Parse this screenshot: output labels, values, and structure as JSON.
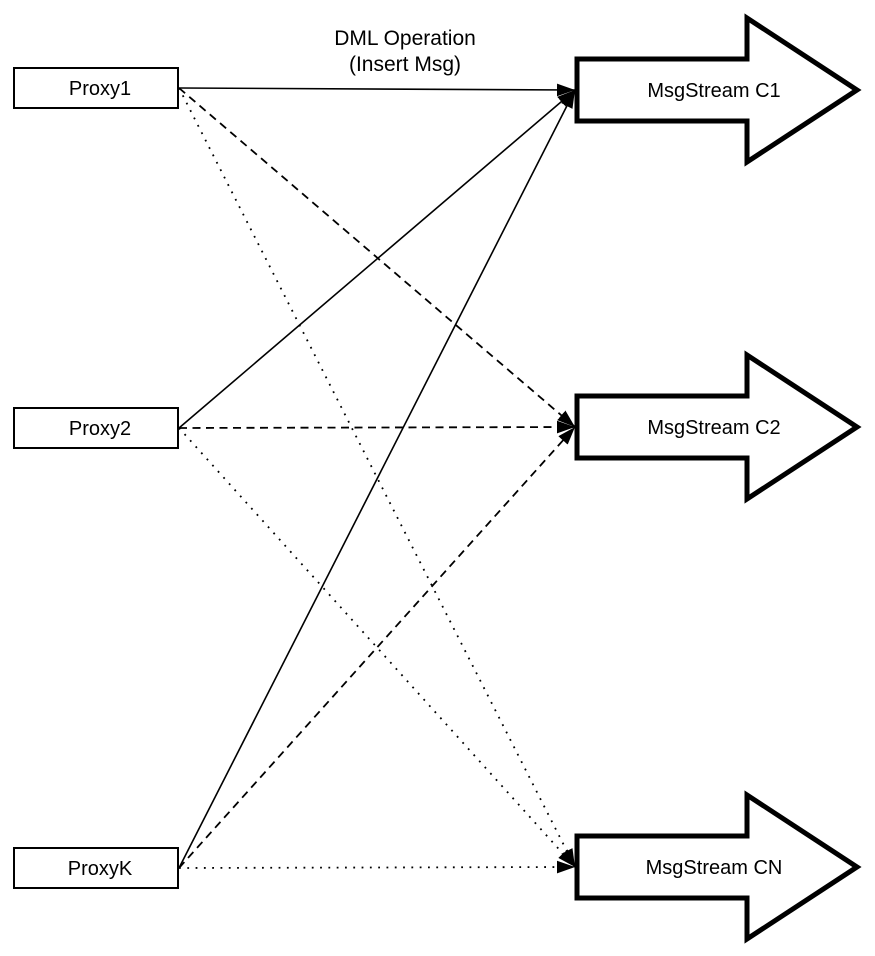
{
  "diagram": {
    "colors": {
      "ink": "#000000",
      "background": "#ffffff"
    },
    "edge_label": {
      "line1": "DML Operation",
      "line2": "(Insert Msg)"
    },
    "nodes": {
      "proxies": [
        {
          "id": "proxy1",
          "label": "Proxy1"
        },
        {
          "id": "proxy2",
          "label": "Proxy2"
        },
        {
          "id": "proxyk",
          "label": "ProxyK"
        }
      ],
      "streams": [
        {
          "id": "c1",
          "label": "MsgStream C1"
        },
        {
          "id": "c2",
          "label": "MsgStream C2"
        },
        {
          "id": "cn",
          "label": "MsgStream CN"
        }
      ]
    },
    "connectors": [
      {
        "from": "proxy1",
        "to": "c1",
        "line_style": "solid",
        "label": "DML Operation (Insert Msg)"
      },
      {
        "from": "proxy2",
        "to": "c1",
        "line_style": "solid",
        "label": ""
      },
      {
        "from": "proxyk",
        "to": "c1",
        "line_style": "solid",
        "label": ""
      },
      {
        "from": "proxy1",
        "to": "c2",
        "line_style": "dashed",
        "label": ""
      },
      {
        "from": "proxy2",
        "to": "c2",
        "line_style": "dashed",
        "label": ""
      },
      {
        "from": "proxyk",
        "to": "c2",
        "line_style": "dashed",
        "label": ""
      },
      {
        "from": "proxy1",
        "to": "cn",
        "line_style": "dotted",
        "label": ""
      },
      {
        "from": "proxy2",
        "to": "cn",
        "line_style": "dotted",
        "label": ""
      },
      {
        "from": "proxyk",
        "to": "cn",
        "line_style": "dotted",
        "label": ""
      }
    ]
  }
}
